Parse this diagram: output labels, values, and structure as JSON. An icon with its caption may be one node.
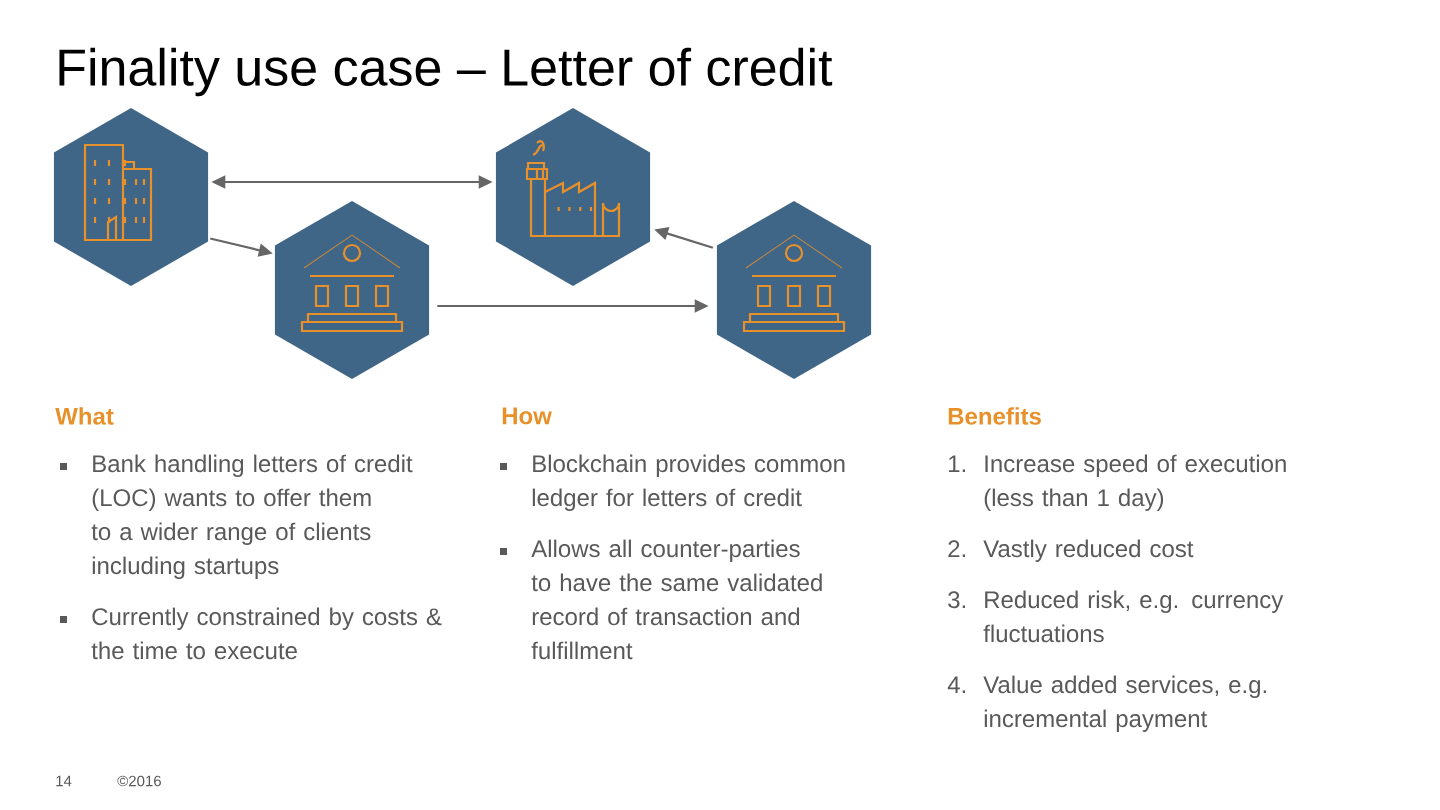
{
  "diagram": {
    "title": "Finality use case – Letter of credit",
    "nodes": [
      {
        "text": [],
        "shape": "hexagon"
      },
      {
        "text": [],
        "shape": "hexagon"
      },
      {
        "text": [],
        "shape": "hexagon"
      },
      {
        "text": [],
        "shape": "hexagon"
      }
    ],
    "edges": [
      {
        "from": 0,
        "to": 2,
        "arrow": "both"
      },
      {
        "from": 0,
        "to": 1,
        "arrow": "to"
      },
      {
        "from": 1,
        "to": 3,
        "arrow": "to"
      },
      {
        "from": 3,
        "to": 2,
        "arrow": "to"
      }
    ],
    "labels": [
      "What",
      "Bank handling letters of credit (LOC) wants to offer them to a wider range of clients including startups",
      "Currently constrained by costs & the time to execute",
      "How",
      "Blockchain provides common ledger for letters of credit",
      "Allows all counter-parties to have the same validated record of transaction and fulfillment",
      "Benefits",
      "1.",
      "Increase speed of execution (less than 1 day)",
      "2.",
      "Vastly reduced cost",
      "3.",
      "Reduced risk, e.g. currency fluctuations",
      "4.",
      "Value added services, e.g. incremental payment",
      "14",
      "©2016"
    ]
  }
}
